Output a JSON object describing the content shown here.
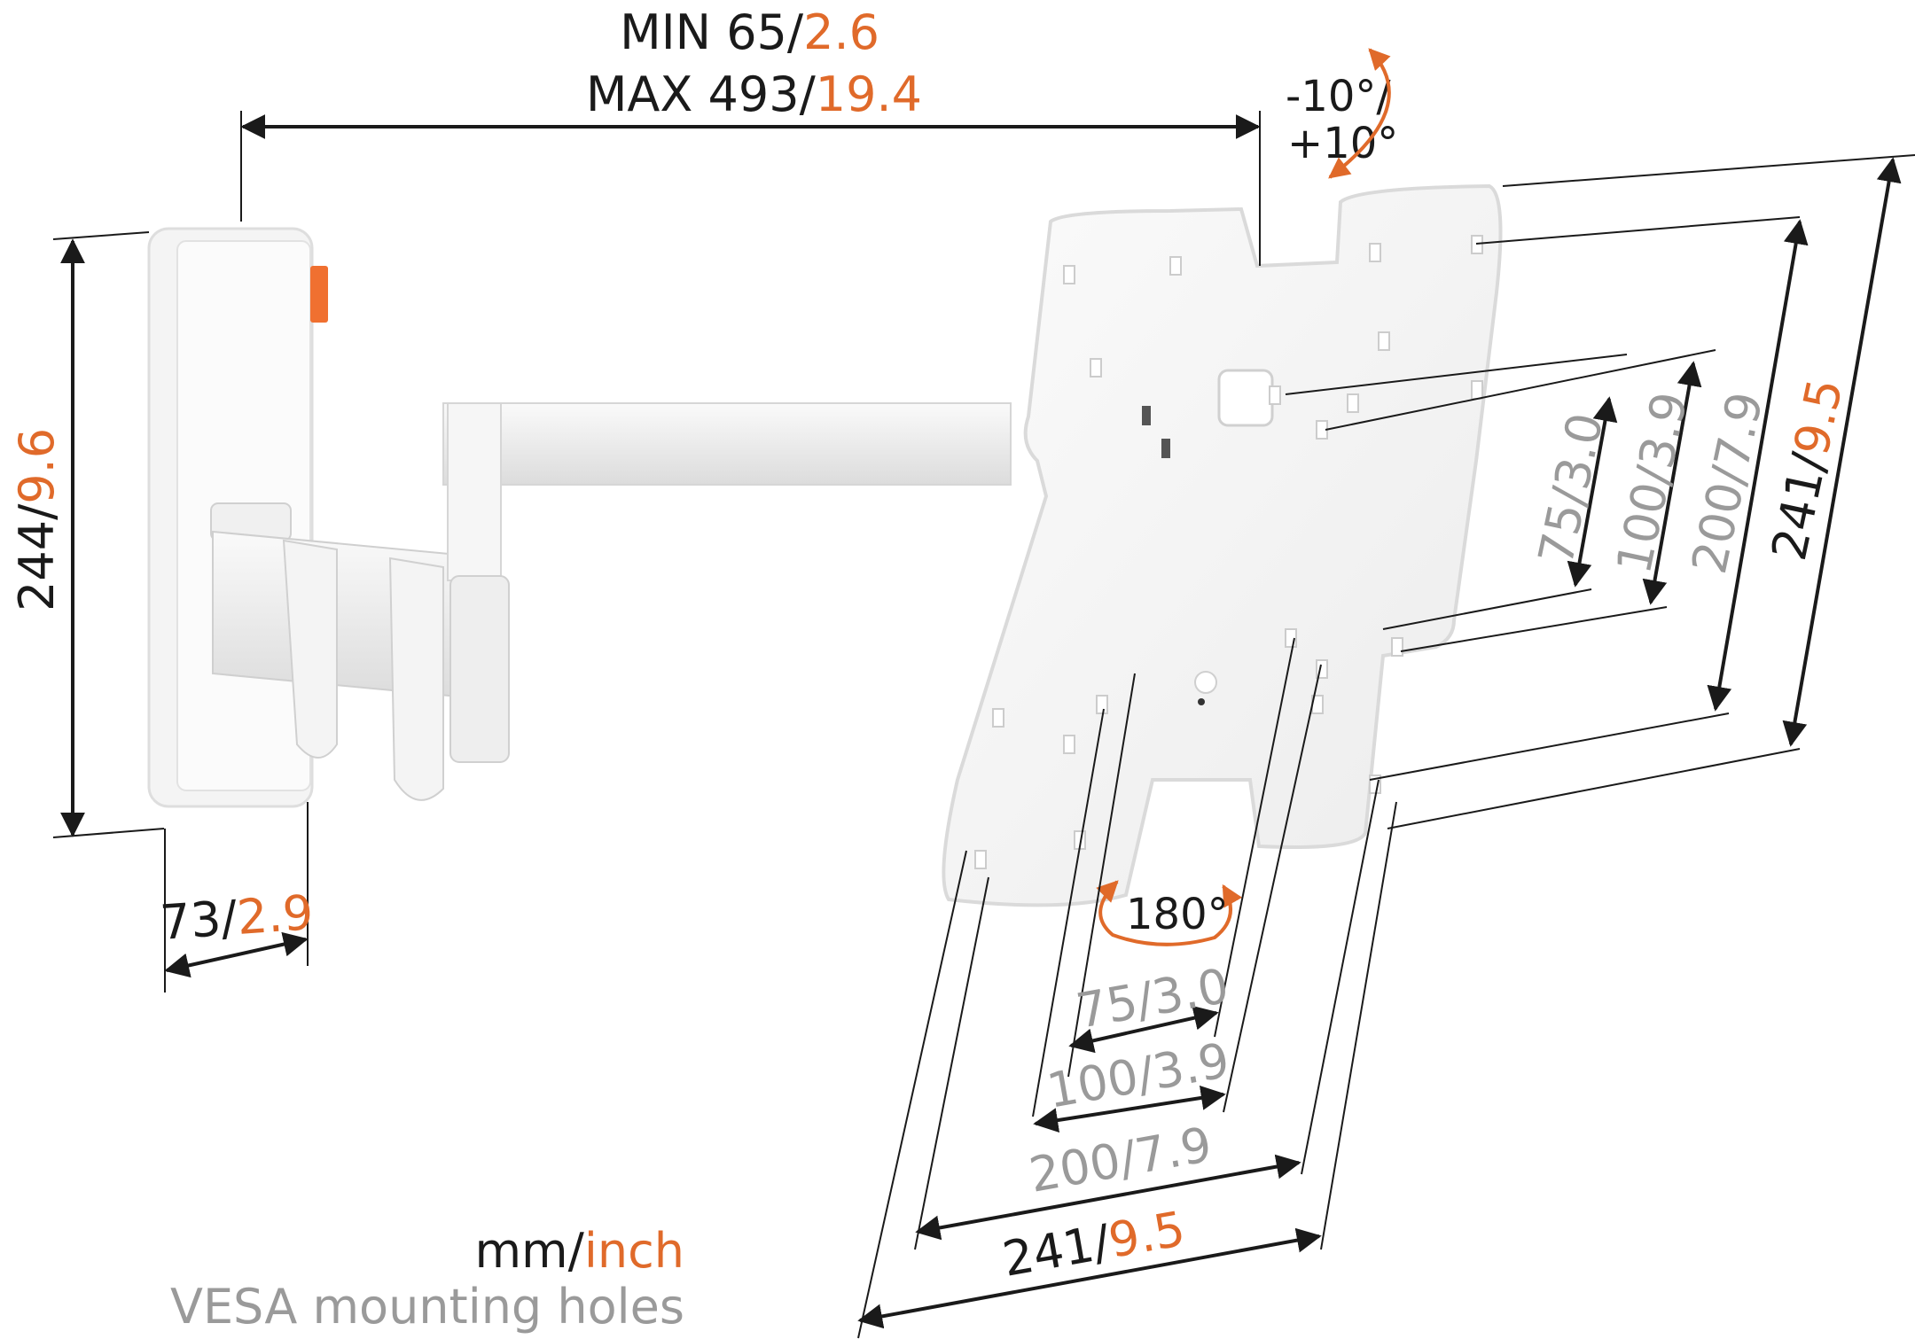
{
  "diagram": {
    "title": "TV wall mount dimensions",
    "colors": {
      "mm": "#1a1a1a",
      "inch": "#e06a2a",
      "vesa": "#9a9a9a",
      "rotation_arrow": "#e06a2a",
      "mount": "#f2f2f2",
      "accent_tab": "#f07030"
    },
    "reach": {
      "min_label": "MIN 65/",
      "min_inch": "2.6",
      "max_label": "MAX 493/",
      "max_inch": "19.4"
    },
    "tilt": {
      "line1": "-10°/",
      "line2": "+10°"
    },
    "rotation": {
      "label": "180°"
    },
    "wall_plate_height": {
      "mm": "244/",
      "inch": "9.6"
    },
    "wall_plate_depth": {
      "mm": "73/",
      "inch": "2.9"
    },
    "plate_vertical": [
      {
        "text": "75/3.0",
        "type": "vesa"
      },
      {
        "text": "100/3.9",
        "type": "vesa"
      },
      {
        "text": "200/7.9",
        "type": "vesa"
      },
      {
        "mm": "241/",
        "inch": "9.5",
        "type": "plate"
      }
    ],
    "plate_horizontal": [
      {
        "text": "75/3.0",
        "type": "vesa"
      },
      {
        "text": "100/3.9",
        "type": "vesa"
      },
      {
        "text": "200/7.9",
        "type": "vesa"
      },
      {
        "mm": "241/",
        "inch": "9.5",
        "type": "plate"
      }
    ],
    "legend": {
      "units_mm": "mm/",
      "units_inch": "inch",
      "vesa_note": "VESA mounting holes"
    }
  }
}
